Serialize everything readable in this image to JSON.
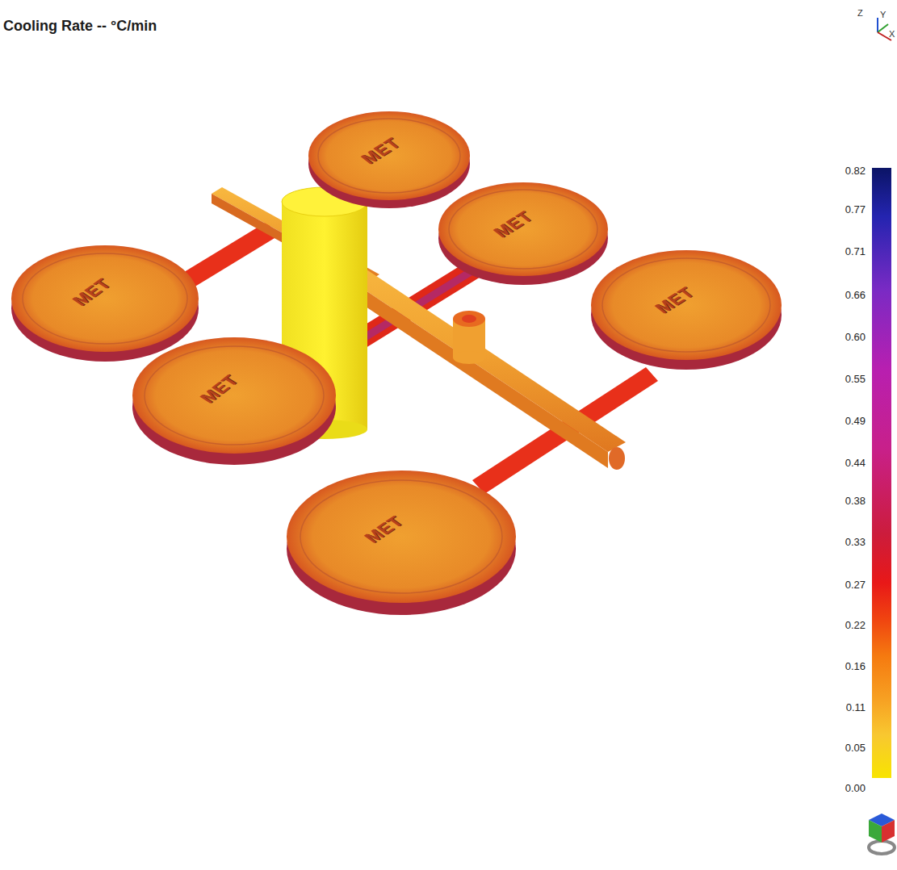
{
  "diagram": {
    "title": "Cooling Rate -- °C/min",
    "labels": [
      "0.82",
      "0.77",
      "0.71",
      "0.66",
      "0.60",
      "0.55",
      "0.49",
      "0.44",
      "0.38",
      "0.33",
      "0.27",
      "0.22",
      "0.16",
      "0.11",
      "0.05",
      "0.00",
      "Z",
      "Y",
      "X",
      "MET",
      "MET",
      "MET",
      "MET",
      "MET",
      "MET"
    ]
  }
}
